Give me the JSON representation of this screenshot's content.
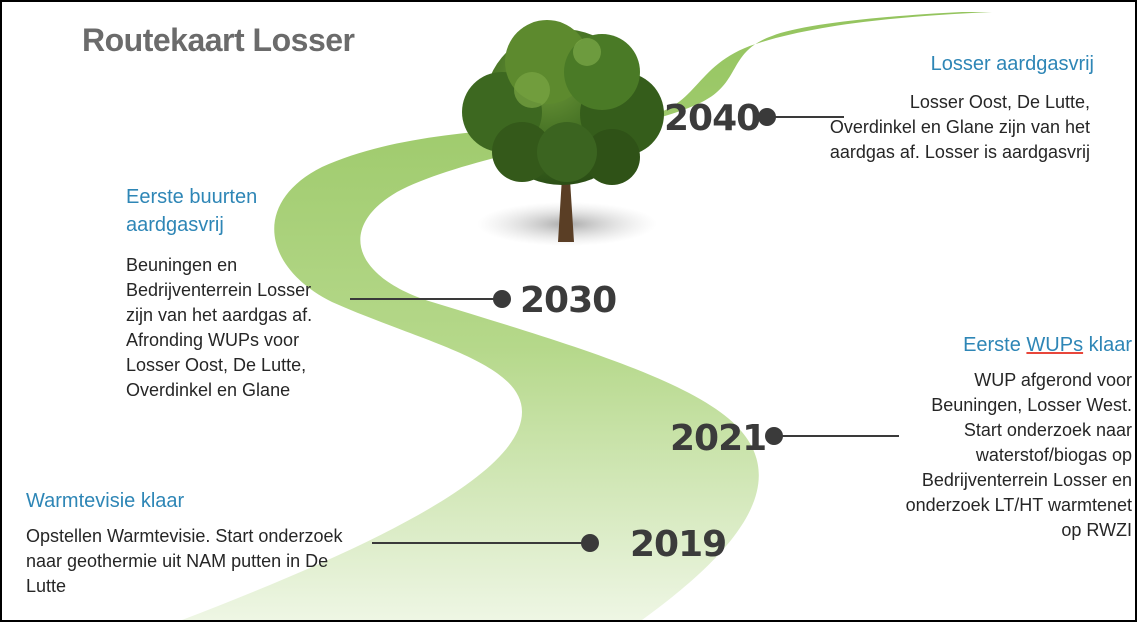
{
  "title": "Routekaart Losser",
  "milestones": [
    {
      "year": "2019",
      "title": "Warmtevisie klaar",
      "body": "Opstellen Warmtevisie. Start onderzoek naar geothermie uit NAM putten in De Lutte"
    },
    {
      "year": "2021",
      "title_prefix": "Eerste ",
      "title_link": "WUPs",
      "title_suffix": " klaar",
      "body": "WUP afgerond voor Beuningen, Losser West. Start onderzoek naar waterstof/biogas op Bedrijventerrein Losser en onderzoek LT/HT warmtenet op RWZI"
    },
    {
      "year": "2030",
      "title": "Eerste buurten aardgasvrij",
      "body": "Beuningen en Bedrijventerrein Losser zijn van het aardgas af. Afronding WUPs voor Losser Oost, De Lutte, Overdinkel en Glane"
    },
    {
      "year": "2040",
      "title": "Losser aardgasvrij",
      "body": "Losser Oost, De Lutte, Overdinkel en Glane zijn van het aardgas af. Losser is aardgasvrij"
    }
  ],
  "colors": {
    "road_light": "#e4f0d2",
    "road_dark": "#9dc96a",
    "title_blue": "#2e86b6",
    "dot": "#3a3a3a"
  },
  "icons": {
    "tree": "tree-icon"
  }
}
